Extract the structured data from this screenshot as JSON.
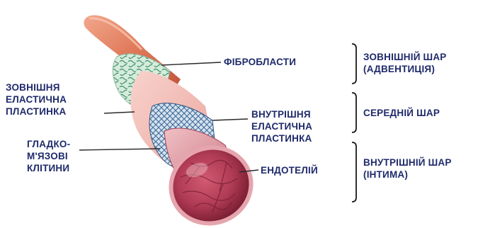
{
  "diagram": {
    "labels": {
      "fibroblasts": "ФІБРОБЛАСТИ",
      "outer_elastic": [
        "ЗОВНІШНЯ",
        "ЕЛАСТИЧНА",
        "ПЛАСТИНКА"
      ],
      "inner_elastic": [
        "ВНУТРІШНЯ",
        "ЕЛАСТИЧНА",
        "ПЛАСТИНКА"
      ],
      "smooth_muscle": [
        "ГЛАДКО-",
        "М'ЯЗОВІ",
        "КЛІТИНИ"
      ],
      "endothelium": "ЕНДОТЕЛІЙ"
    },
    "layers": {
      "outer": [
        "ЗОВНІШНІЙ ШАР",
        "(АДВЕНТИЦІЯ)"
      ],
      "middle": "СЕРЕДНІЙ ШАР",
      "inner": [
        "ВНУТРІШНІЙ ШАР",
        "(ІНТИМА)"
      ]
    },
    "colors": {
      "label_text": "#1f2a6b",
      "adventitia": "#e07a5a",
      "fibroblast_layer": "#cfe8d6",
      "media_pink": "#f3b9b3",
      "muscle_blue": "#6f93b8",
      "endothelium": "#d26a78",
      "lumen": "#a8344c"
    }
  }
}
